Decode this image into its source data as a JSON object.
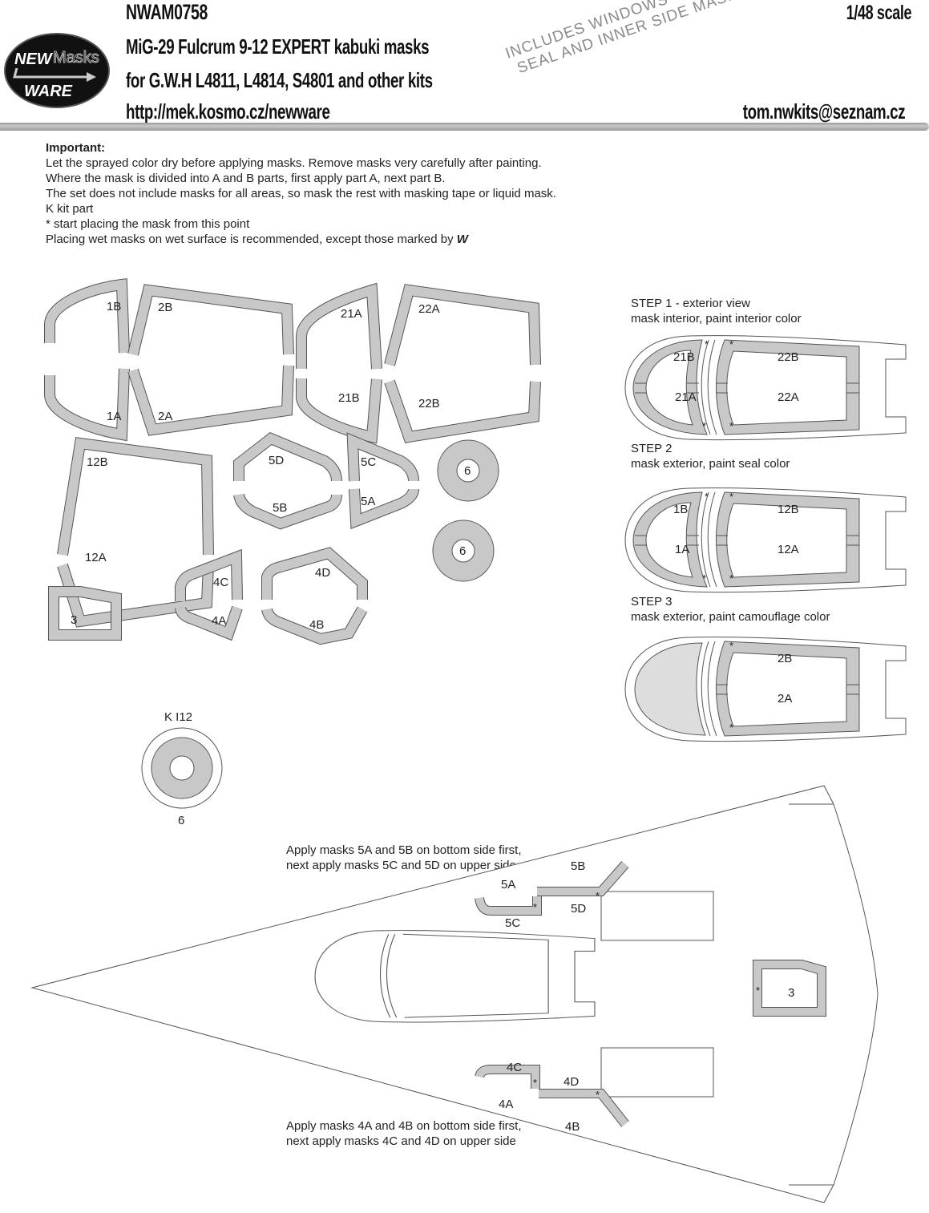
{
  "header": {
    "code": "NWAM0758",
    "title": "MiG-29 Fulcrum 9-12 EXPERT kabuki masks",
    "kits": "for G.W.H L4811, L4814, S4801 and other kits",
    "url": "http://mek.kosmo.cz/newware",
    "scale": "1/48 scale",
    "email": "tom.nwkits@seznam.cz",
    "logo_text": [
      "NEW",
      "Masks",
      "WARE"
    ],
    "watermark": [
      "INCLUDES WINDOWS",
      "SEAL AND INNER SIDE  MASKS"
    ]
  },
  "notes": {
    "heading": "Important:",
    "lines": [
      "Let the sprayed color dry before applying masks. Remove masks very carefully after painting.",
      "Where the mask is divided into A and B parts, first apply part A, next part B.",
      "The set does not include masks for all areas, so mask the rest with masking tape or liquid mask.",
      "K kit part",
      "*  start placing the mask from this point",
      "Placing wet masks on wet surface is recommended, except those marked by"
    ],
    "dry_symbol": "W",
    "dry_symbol_icon": "dry-application-icon"
  },
  "mask_sheet": {
    "parts": [
      "1B",
      "1A",
      "2B",
      "2A",
      "21A",
      "21B",
      "22A",
      "22B",
      "12B",
      "12A",
      "5D",
      "5B",
      "5C",
      "5A",
      "6",
      "6",
      "4C",
      "4A",
      "4D",
      "4B",
      "3"
    ],
    "kit_part": {
      "label": "K I12",
      "number": "6"
    },
    "mask_color": "#c8c8c8"
  },
  "steps": [
    {
      "title": "STEP 1 - exterior view",
      "desc": "mask interior, paint interior color",
      "labels": [
        "21B",
        "21A",
        "22B",
        "22A"
      ],
      "star": "*"
    },
    {
      "title": "STEP 2",
      "desc": "mask exterior, paint seal color",
      "labels": [
        "1B",
        "1A",
        "12B",
        "12A"
      ],
      "star": "*"
    },
    {
      "title": "STEP 3",
      "desc": "mask exterior, paint camouflage color",
      "labels": [
        "2B",
        "2A"
      ],
      "star": "*"
    }
  ],
  "planview": {
    "instruction_top": [
      "Apply masks 5A and 5B on bottom side first,",
      "next apply masks 5C and 5D on upper side"
    ],
    "instruction_bottom": [
      "Apply masks 4A and 4B on bottom side first,",
      "next apply masks 4C and 4D on upper side"
    ],
    "labels": [
      "5A",
      "5B",
      "5C",
      "5D",
      "4C",
      "4D",
      "4A",
      "4B",
      "3"
    ],
    "star": "*"
  }
}
